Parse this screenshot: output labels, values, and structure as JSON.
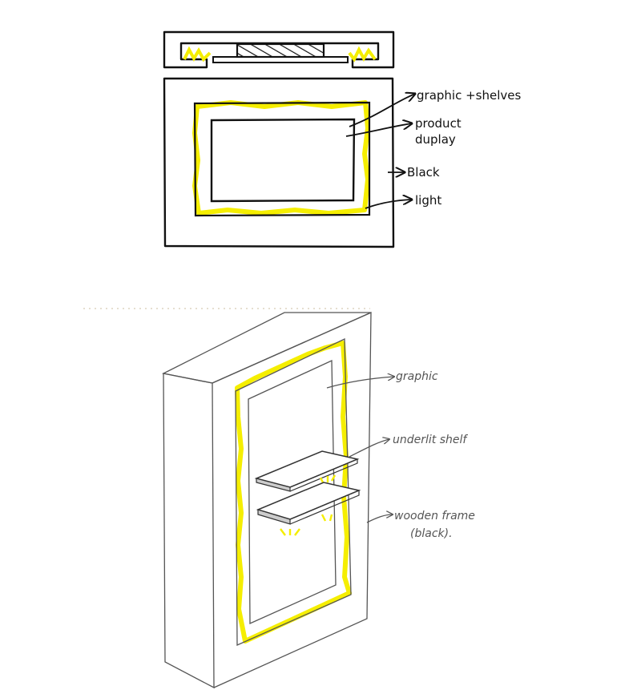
{
  "colors": {
    "ink": "#111111",
    "pencil": "#555555",
    "highlight": "#f5ee00",
    "paper": "#ffffff"
  },
  "plan_view": {
    "labels": {
      "graphic_shelves": "graphic +shelves",
      "product_display_line1": "product",
      "product_display_line2": "duplay",
      "black": "Black",
      "light": "light"
    }
  },
  "perspective_view": {
    "labels": {
      "graphic": "graphic",
      "underlit_shelf": "underlit shelf",
      "wooden_frame_line1": "wooden frame",
      "wooden_frame_line2": "(black)."
    }
  }
}
